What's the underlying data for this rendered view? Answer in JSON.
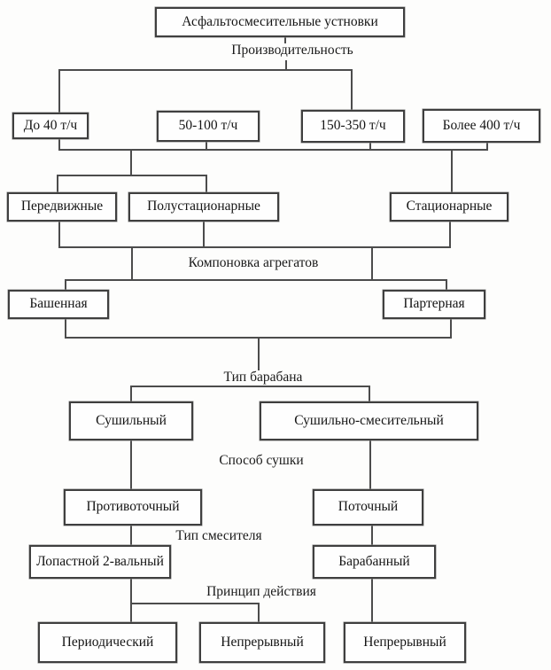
{
  "diagram": {
    "root": "Асфальтосмесительные устновки",
    "criteria": {
      "productivity": "Производительность",
      "unit_layout": "Компоновка агрегатов",
      "drum_type": "Тип барабана",
      "drying_method": "Способ сушки",
      "mixer_type": "Тип смесителя",
      "operating_principle": "Принцип действия"
    },
    "capacity": {
      "upto40": "До 40 т/ч",
      "r50_100": "50-100 т/ч",
      "r150_350": "150-350 т/ч",
      "over400": "Более 400 т/ч"
    },
    "mobility": {
      "mobile": "Передвижные",
      "semi_stationary": "Полустационарные",
      "stationary": "Стационарные"
    },
    "layout": {
      "tower": "Башенная",
      "ground": "Партерная"
    },
    "drum": {
      "drying": "Сушильный",
      "drying_mixing": "Сушильно-смесительный"
    },
    "drying": {
      "counterflow": "Противоточный",
      "parallel_flow": "Поточный"
    },
    "mixer": {
      "paddle_twin_shaft": "Лопастной 2-вальный",
      "drum": "Барабанный"
    },
    "principle": {
      "batch": "Периодический",
      "continuous_left": "Непрерывный",
      "continuous_right": "Непрерывный"
    },
    "colors": {
      "ink": "#141414",
      "line": "#4c4c4c",
      "box_border": "#3f3f3f",
      "background": "#fdfdfc"
    }
  }
}
